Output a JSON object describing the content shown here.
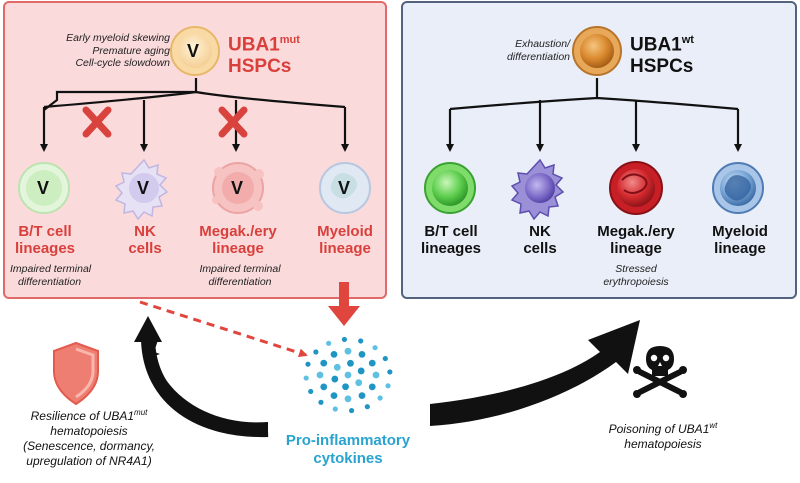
{
  "mut_panel": {
    "notes": [
      "Early myeloid skewing",
      "Premature aging",
      "Cell-cycle slowdown"
    ],
    "hspc_letter": "V",
    "title_main": "UBA1",
    "title_sup": "mut",
    "title_sub": "HSPCs",
    "lineages": [
      {
        "line1": "B/T cell",
        "line2": "lineages",
        "letter": "V",
        "blocked": true
      },
      {
        "line1": "NK",
        "line2": "cells",
        "letter": "V",
        "blocked": false
      },
      {
        "line1": "Megak./ery",
        "line2": "lineage",
        "letter": "V",
        "blocked": true
      },
      {
        "line1": "Myeloid",
        "line2": "lineage",
        "letter": "V",
        "blocked": false
      }
    ],
    "bt_note": [
      "Impaired terminal",
      "differentiation"
    ],
    "meg_note": [
      "Impaired terminal",
      "differentiation"
    ]
  },
  "wt_panel": {
    "notes": [
      "Exhaustion/",
      "differentiation"
    ],
    "title_main": "UBA1",
    "title_sup": "wt",
    "title_sub": "HSPCs",
    "lineages": [
      {
        "line1": "B/T cell",
        "line2": "lineages"
      },
      {
        "line1": "NK",
        "line2": "cells"
      },
      {
        "line1": "Megak./ery",
        "line2": "lineage"
      },
      {
        "line1": "Myeloid",
        "line2": "lineage"
      }
    ],
    "meg_note": [
      "Stressed",
      "erythropoiesis"
    ]
  },
  "bottom": {
    "cytokines": [
      "Pro-inflammatory",
      "cytokines"
    ],
    "resilience": {
      "l1_pre": "Resilience of ",
      "l1_it": "UBA1",
      "l1_sup": "mut",
      "l2": "hematopoiesis",
      "l3": "(Senescence, dormancy,",
      "l4": "upregulation of NR4A1)"
    },
    "poisoning": {
      "l1_pre": "Poisoning of ",
      "l1_it": "UBA1",
      "l1_sup": "wt",
      "l2": "hematopoiesis"
    }
  },
  "colors": {
    "mut_panel_bg": "#fadadb",
    "mut_panel_border": "#e06a6a",
    "wt_panel_bg": "#e9eef8",
    "wt_panel_border": "#52627f",
    "accent_red": "#d9403c",
    "cytokine_blue": "#29a3cf"
  }
}
